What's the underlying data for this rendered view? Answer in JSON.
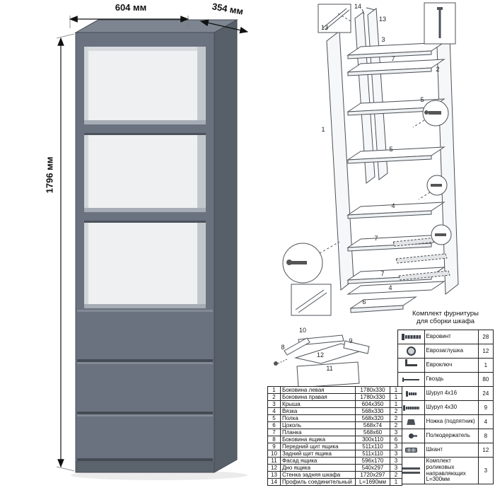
{
  "cabinet": {
    "dimensions": {
      "width": "604 мм",
      "depth": "354 мм",
      "height": "1796 мм"
    },
    "body_color": "#6a7280"
  },
  "assembly": {
    "labels": [
      "14",
      "13",
      "13",
      "3",
      "7",
      "2",
      "5",
      "1",
      "5",
      "4",
      "7",
      "7",
      "4",
      "6"
    ]
  },
  "drawer_diagram": {
    "labels": [
      "10",
      "8",
      "9",
      "12",
      "11"
    ]
  },
  "hardware": {
    "title_line1": "Комплект фурнитуры",
    "title_line2": "для сборки шкафа",
    "items": [
      {
        "icon": "eurovint-icon",
        "name": "Евровинт",
        "qty": "28"
      },
      {
        "icon": "eurocap-icon",
        "name": "Еврозаглушка",
        "qty": "12"
      },
      {
        "icon": "eurokey-icon",
        "name": "Евроключ",
        "qty": "1"
      },
      {
        "icon": "nail-icon",
        "name": "Гвоздь",
        "qty": "80"
      },
      {
        "icon": "screw-4x16-icon",
        "name": "Шуруп 4x16",
        "qty": "24"
      },
      {
        "icon": "screw-4x30-icon",
        "name": "Шуруп 4x30",
        "qty": "9"
      },
      {
        "icon": "foot-icon",
        "name": "Ножка (подпятник)",
        "qty": "4"
      },
      {
        "icon": "shelf-holder-icon",
        "name": "Полкодержатель",
        "qty": "8"
      },
      {
        "icon": "dowel-icon",
        "name": "Шкант",
        "qty": "12"
      },
      {
        "icon": "roller-guides-icon",
        "name": "Комплект роликовых направляющих L=300мм",
        "qty": "3"
      }
    ]
  },
  "parts": {
    "rows": [
      {
        "num": "1",
        "name": "Боковина левая",
        "size": "1780x330",
        "qty": "1"
      },
      {
        "num": "2",
        "name": "Боковина правая",
        "size": "1780x330",
        "qty": "1"
      },
      {
        "num": "3",
        "name": "Крыша",
        "size": "604x350",
        "qty": "1"
      },
      {
        "num": "4",
        "name": "Вязка",
        "size": "568x330",
        "qty": "2"
      },
      {
        "num": "5",
        "name": "Полка",
        "size": "568x320",
        "qty": "2"
      },
      {
        "num": "6",
        "name": "Цоколь",
        "size": "568x74",
        "qty": "2"
      },
      {
        "num": "7",
        "name": "Планка",
        "size": "568x60",
        "qty": "3"
      },
      {
        "num": "8",
        "name": "Боковина ящика",
        "size": "300x110",
        "qty": "6"
      },
      {
        "num": "9",
        "name": "Передний щит ящика",
        "size": "511x110",
        "qty": "3"
      },
      {
        "num": "10",
        "name": "Задний щит ящика",
        "size": "511x110",
        "qty": "3"
      },
      {
        "num": "11",
        "name": "Фасад ящика",
        "size": "596x170",
        "qty": "3"
      },
      {
        "num": "12",
        "name": "Дно ящика",
        "size": "540x297",
        "qty": "3"
      },
      {
        "num": "13",
        "name": "Стенка задняя шкафа",
        "size": "1720x297",
        "qty": "2"
      },
      {
        "num": "14",
        "name": "Профиль соединительный",
        "size": "L=1690мм",
        "qty": "1"
      }
    ]
  }
}
